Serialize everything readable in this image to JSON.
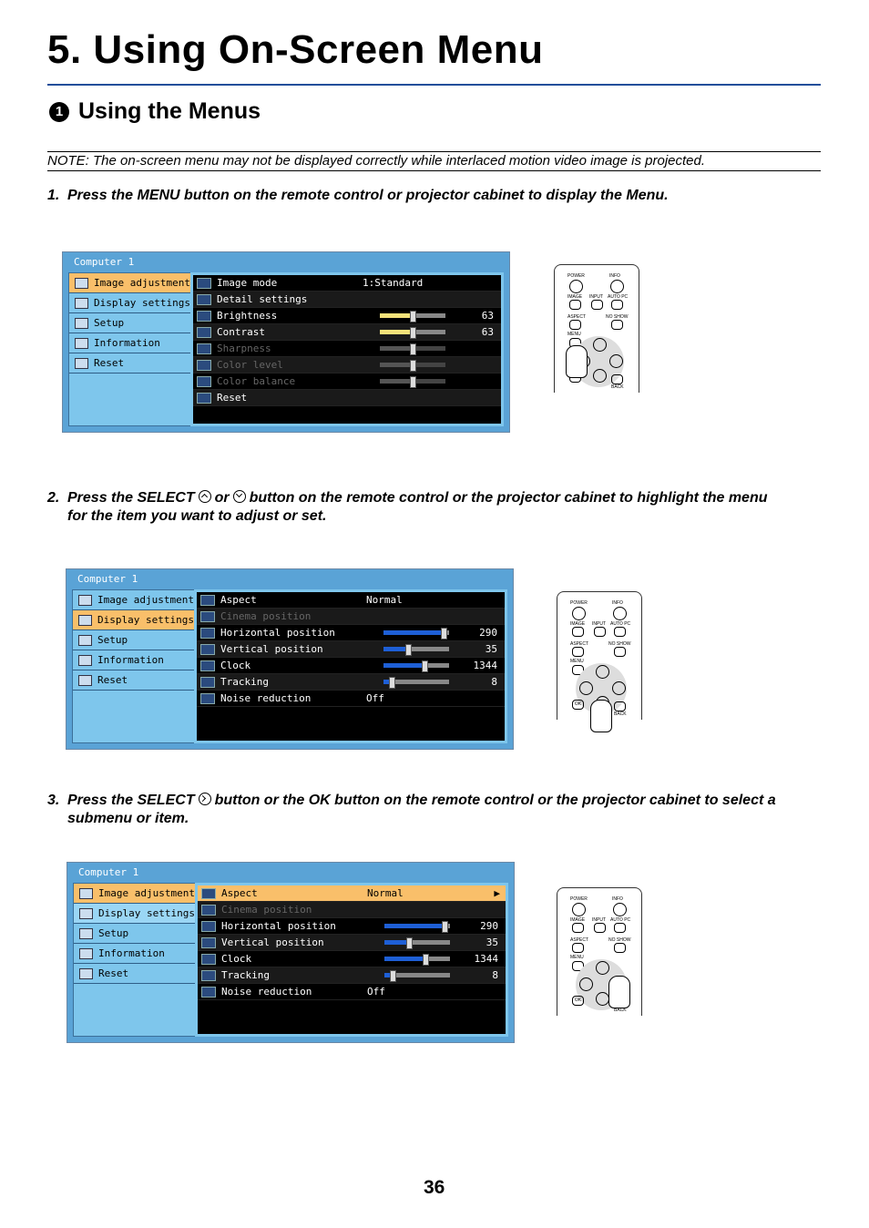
{
  "heading": "5. Using On-Screen Menu",
  "subheading": {
    "number": "1",
    "text": "Using the Menus"
  },
  "note": "NOTE: The on-screen menu may not be displayed correctly while interlaced motion video image is projected.",
  "steps": [
    {
      "num": "1.",
      "text": "Press the MENU button on the remote control or projector cabinet to display the Menu."
    },
    {
      "num": "2.",
      "pre": "Press the SELECT",
      "mid": "or",
      "post": "button on the remote control or the projector cabinet to highlight the menu",
      "line2": "for the item you want to adjust or set."
    },
    {
      "num": "3.",
      "pre": "Press the SELECT",
      "post": "button or the OK button on the remote control or the projector cabinet to select a",
      "line2": "submenu or item."
    }
  ],
  "osd_title": "Computer 1",
  "left_menu": [
    "Image adjustment",
    "Display settings",
    "Setup",
    "Information",
    "Reset"
  ],
  "menu1": [
    {
      "label": "Image mode",
      "value": "1:Standard"
    },
    {
      "label": "Detail settings"
    },
    {
      "label": "Brightness",
      "num": "63",
      "level": 0.5
    },
    {
      "label": "Contrast",
      "num": "63",
      "level": 0.5
    },
    {
      "label": "Sharpness",
      "level": 0.5
    },
    {
      "label": "Color level",
      "level": 0.5
    },
    {
      "label": "Color balance",
      "level": 0.5
    },
    {
      "label": "Reset"
    }
  ],
  "menu2": [
    {
      "label": "Aspect",
      "value": "Normal"
    },
    {
      "label": "Cinema position"
    },
    {
      "label": "Horizontal position",
      "num": "290",
      "level": 0.92
    },
    {
      "label": "Vertical position",
      "num": "35",
      "level": 0.38
    },
    {
      "label": "Clock",
      "num": "1344",
      "level": 0.62
    },
    {
      "label": "Tracking",
      "num": "8",
      "level": 0.12
    },
    {
      "label": "Noise reduction",
      "value": "Off"
    }
  ],
  "remote_labels": {
    "power": "POWER",
    "info": "INFO",
    "image": "IMAGE",
    "input": "INPUT",
    "auto_pc": "AUTO PC",
    "aspect": "ASPECT",
    "no_show": "NO SHOW",
    "menu": "MENU",
    "ok": "OK",
    "back": "BACK"
  },
  "page_number": "36"
}
